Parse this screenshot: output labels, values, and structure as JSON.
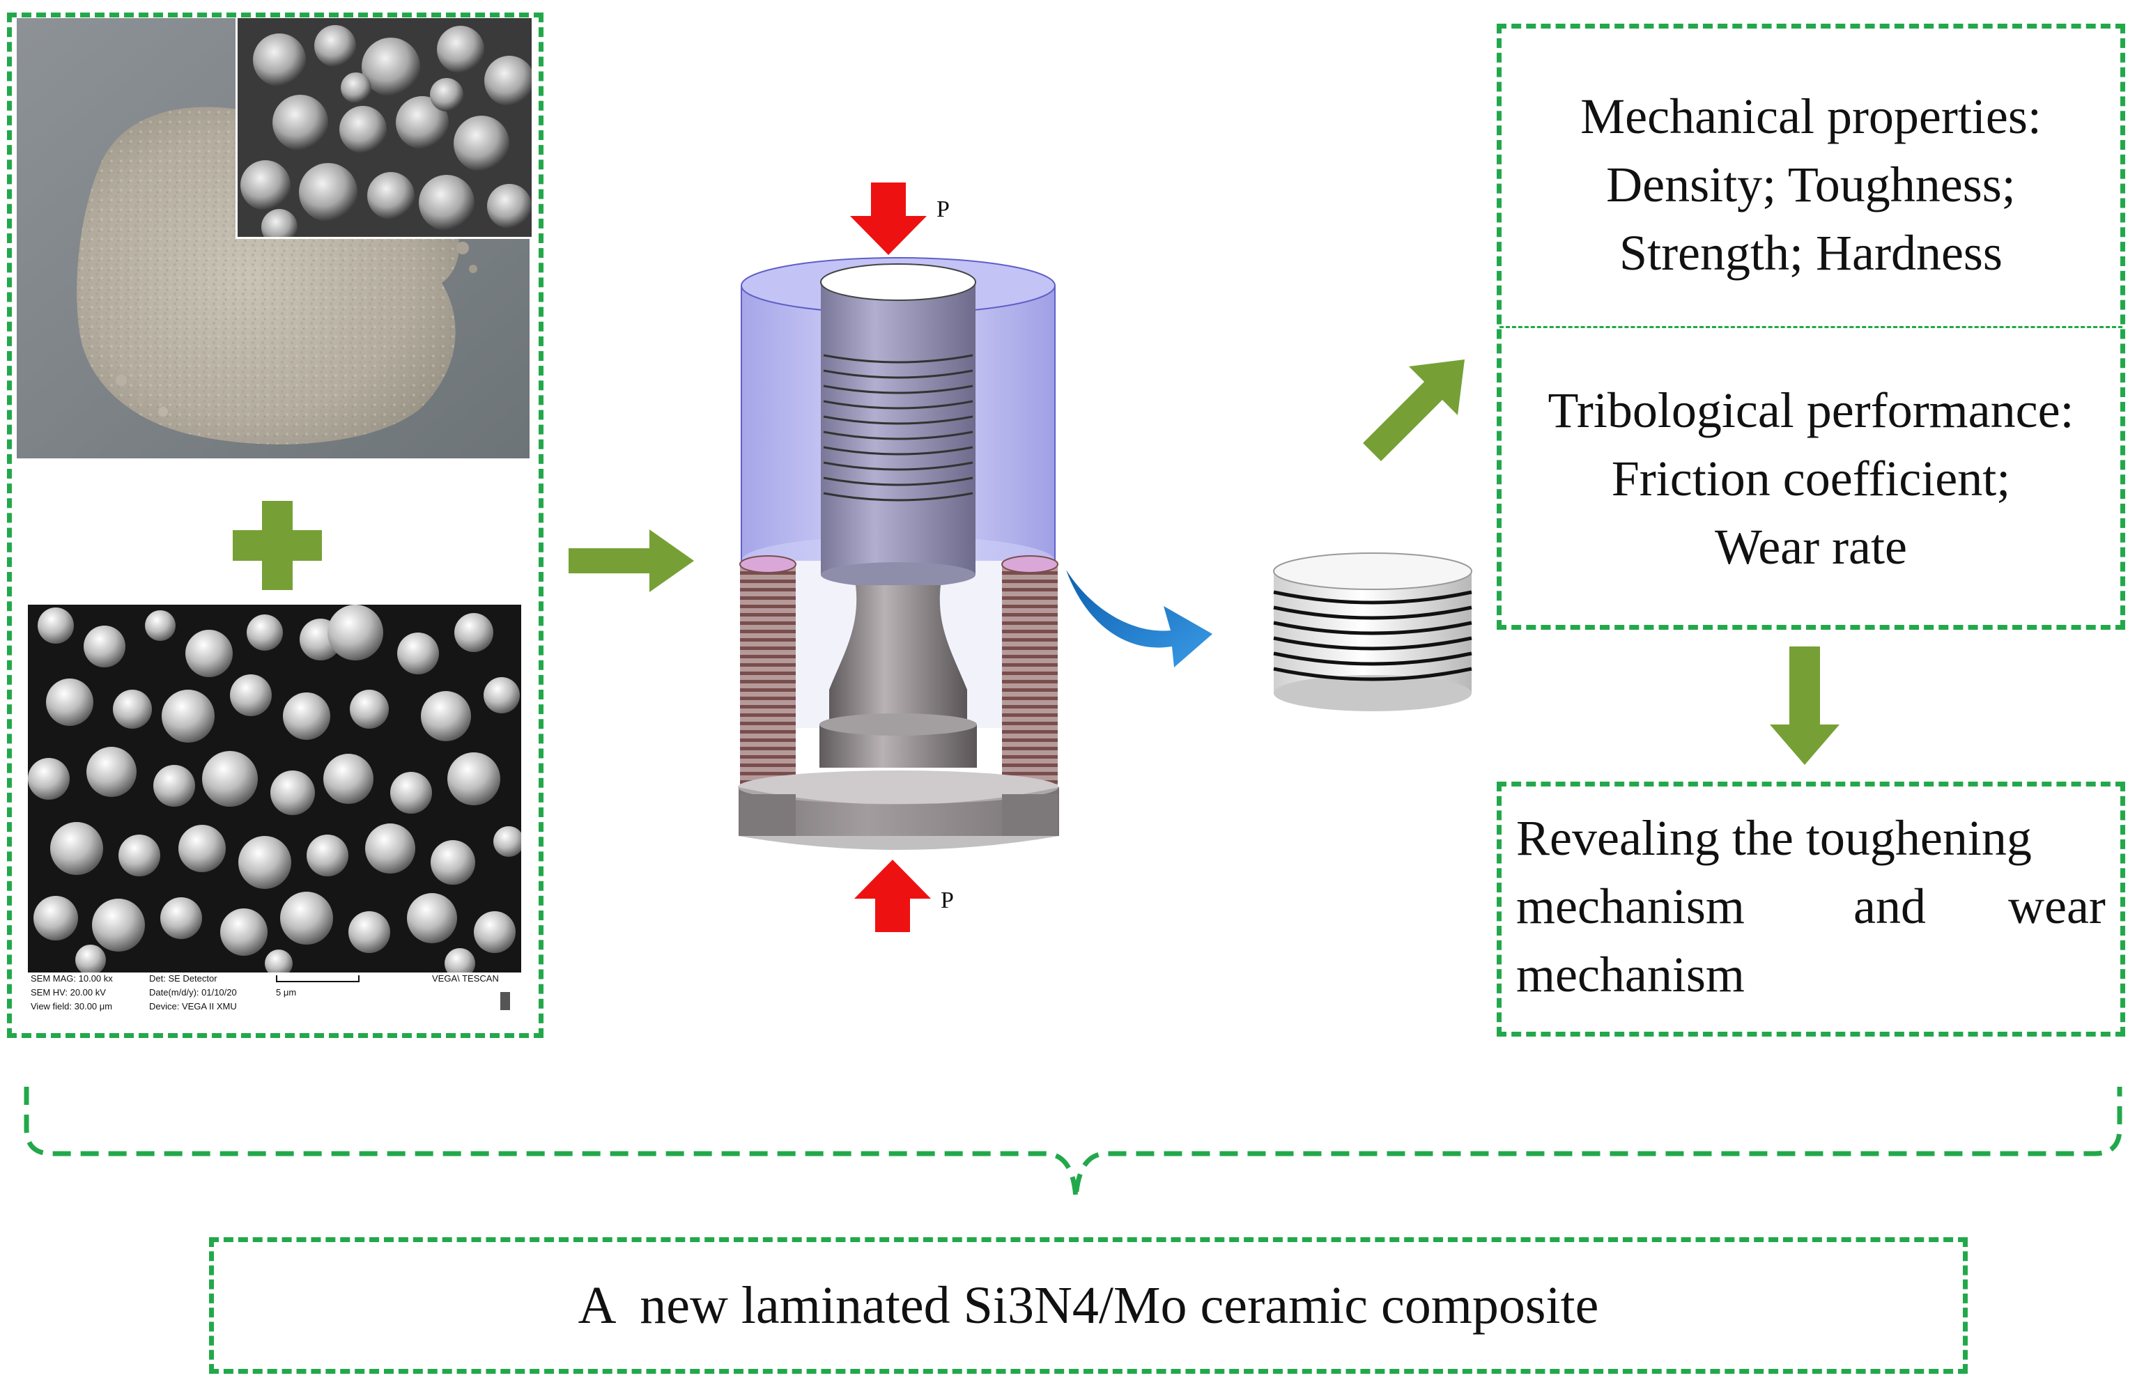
{
  "press": {
    "label_top": "P",
    "label_bottom": "P"
  },
  "sem": {
    "mag": "SEM MAG: 10.00 kx",
    "hv": "SEM HV: 20.00 kV",
    "view": "View field: 30.00 μm",
    "det": "Det: SE Detector",
    "date": "Date(m/d/y): 01/10/20",
    "device": "Device: VEGA II XMU",
    "scale": "5 μm",
    "brand": "VEGA\\ TESCAN"
  },
  "results": {
    "mechanical": {
      "title": "Mechanical properties:",
      "line2": "Density; Toughness;",
      "line3": "Strength; Hardness"
    },
    "tribological": {
      "title": "Tribological performance:",
      "line2": "Friction coefficient;",
      "line3": "Wear rate"
    },
    "mechanism": {
      "line1": "Revealing the toughening",
      "line2_a": "mechanism",
      "line2_b": "and",
      "line2_c": "wear",
      "line3": "mechanism"
    }
  },
  "conclusion": "A  new laminated Si3N4/Mo ceramic composite",
  "colors": {
    "dash_green": "#22a84a",
    "arrow_green": "#76a035",
    "press_red": "#ee1111",
    "flow_blue": "#1f78c8",
    "mold_purple": "#8e8ee6"
  }
}
